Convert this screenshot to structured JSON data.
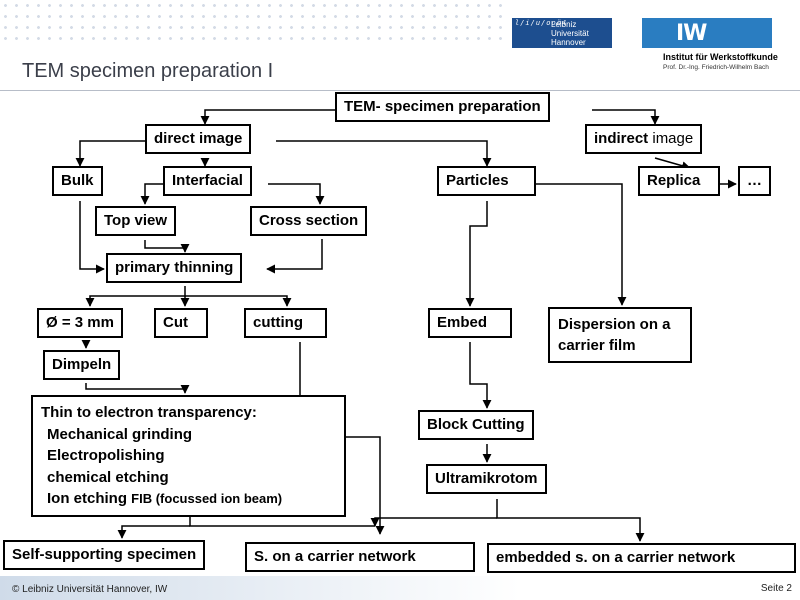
{
  "header": {
    "luh_mark": "l/i/u/ooö4",
    "luh_lines": [
      "Leibniz",
      "Universität",
      "Hannover"
    ],
    "iw_mark": "IW",
    "institute_name": "Institut für Werkstoffkunde",
    "institute_prof": "Prof. Dr.-Ing. Friedrich-Wilhelm Bach"
  },
  "slide": {
    "title": "TEM specimen preparation I"
  },
  "nodes": {
    "root": "TEM- specimen preparation",
    "direct": "direct image",
    "indirect_bold": "indirect",
    "indirect_rest": " image",
    "bulk": "Bulk",
    "interfacial": "Interfacial",
    "particles": "Particles",
    "replica": "Replica",
    "ellipsis": "…",
    "top_view": "Top view",
    "cross_section": "Cross section",
    "primary_thinning": "primary thinning",
    "diameter": "Ø = 3 mm",
    "cut": "Cut",
    "cutting": "cutting",
    "embed": "Embed",
    "dispersion": "Dispersion on a carrier film",
    "dimpeln": "Dimpeln",
    "thin_title": "Thin to electron transparency:",
    "thin_mech": "Mechanical grinding",
    "thin_electro": "Electropolishing",
    "thin_chem": "chemical etching",
    "thin_ion": "Ion etching ",
    "thin_fib": "FIB (focussed ion beam)",
    "block_cutting": "Block Cutting",
    "ultramikrotom": "Ultramikrotom",
    "self_supporting": "Self-supporting specimen",
    "carrier_network": "S. on a carrier network",
    "embedded_network": "embedded s. on a carrier network"
  },
  "footer": {
    "copyright": "© Leibniz Universität Hannover, IW",
    "page": "Seite 2"
  },
  "colors": {
    "luh_blue": "#1d4e8f",
    "iw_blue": "#2a7dc1",
    "title_gray": "#3b3f4a"
  }
}
